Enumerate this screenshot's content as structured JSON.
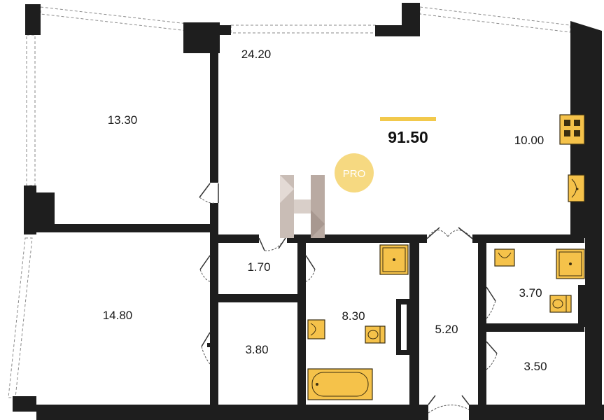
{
  "plan": {
    "total_area": "91.50",
    "badge": "PRO",
    "rooms": [
      {
        "id": "living",
        "area": "24.20"
      },
      {
        "id": "bedroom-top",
        "area": "13.30"
      },
      {
        "id": "kitchen",
        "area": "10.00"
      },
      {
        "id": "bedroom-bottom",
        "area": "14.80"
      },
      {
        "id": "closet",
        "area": "1.70"
      },
      {
        "id": "storage",
        "area": "3.80"
      },
      {
        "id": "bathroom",
        "area": "8.30"
      },
      {
        "id": "hall",
        "area": "5.20"
      },
      {
        "id": "wc",
        "area": "3.70"
      },
      {
        "id": "laundry",
        "area": "3.50"
      }
    ]
  },
  "colors": {
    "wall": "#1e1e1e",
    "fixture": "#f5c24a",
    "accent": "#f2c94c",
    "logo": "#b9aaa2"
  }
}
